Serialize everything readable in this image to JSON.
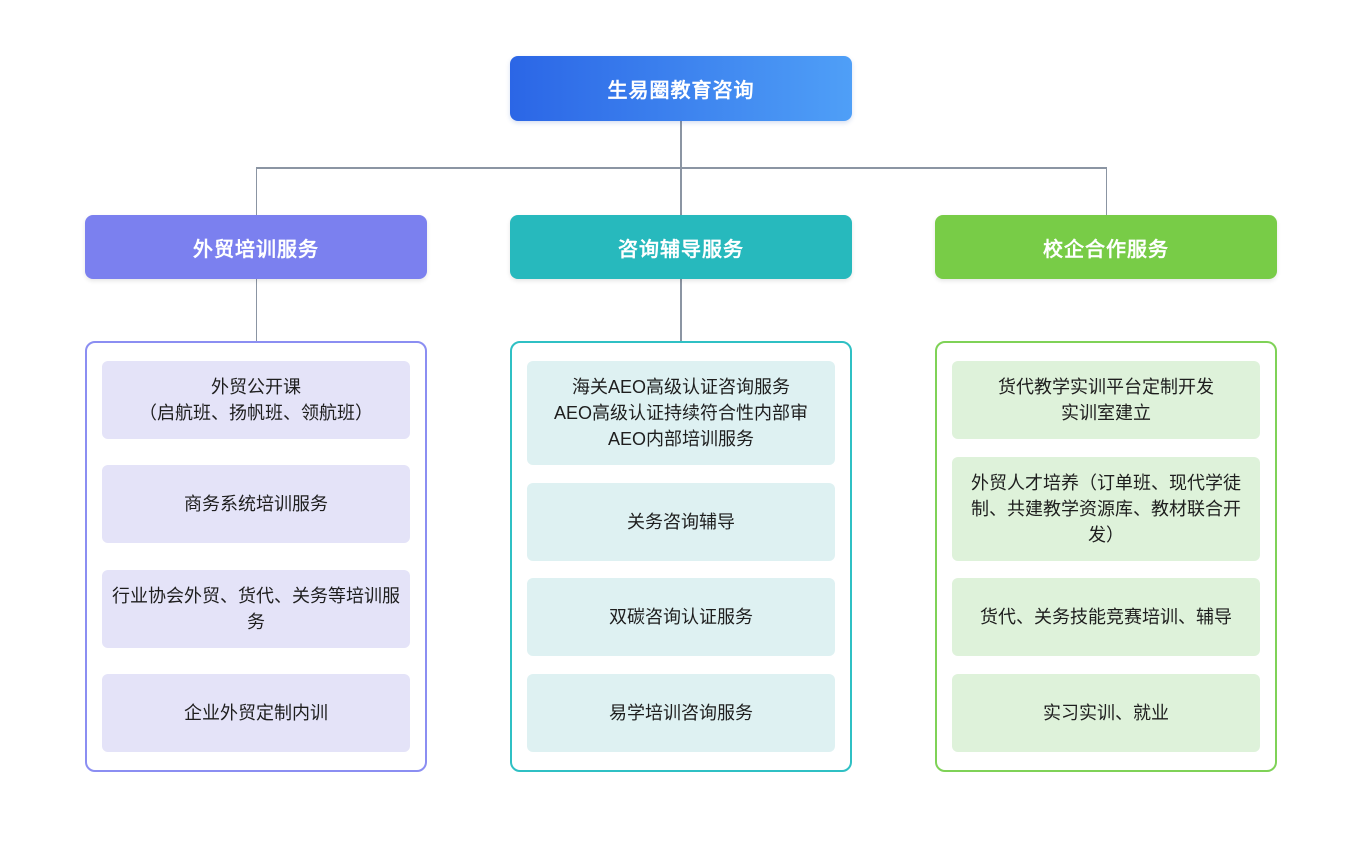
{
  "root": {
    "label": "生易圈教育咨询",
    "color_start": "#2b66e6",
    "color_end": "#4f9ff7"
  },
  "connector_color": "#8b95a3",
  "branches": [
    {
      "label": "外贸培训服务",
      "header_color": "#7b80ef",
      "border_color": "#8b8ef2",
      "item_bg": "#e4e3f8",
      "items": [
        "外贸公开课\n（启航班、扬帆班、领航班）",
        "商务系统培训服务",
        "行业协会外贸、货代、关务等培训服务",
        "企业外贸定制内训"
      ]
    },
    {
      "label": "咨询辅导服务",
      "header_color": "#27b9bd",
      "border_color": "#2fc0c4",
      "item_bg": "#def1f2",
      "items": [
        "海关AEO高级认证咨询服务\nAEO高级认证持续符合性内部审\nAEO内部培训服务",
        "关务咨询辅导",
        "双碳咨询认证服务",
        "易学培训咨询服务"
      ]
    },
    {
      "label": "校企合作服务",
      "header_color": "#78cc47",
      "border_color": "#7fd257",
      "item_bg": "#def2da",
      "items": [
        "货代教学实训平台定制开发\n实训室建立",
        "外贸人才培养（订单班、现代学徒制、共建教学资源库、教材联合开发）",
        "货代、关务技能竞赛培训、辅导",
        "实习实训、就业"
      ]
    }
  ]
}
